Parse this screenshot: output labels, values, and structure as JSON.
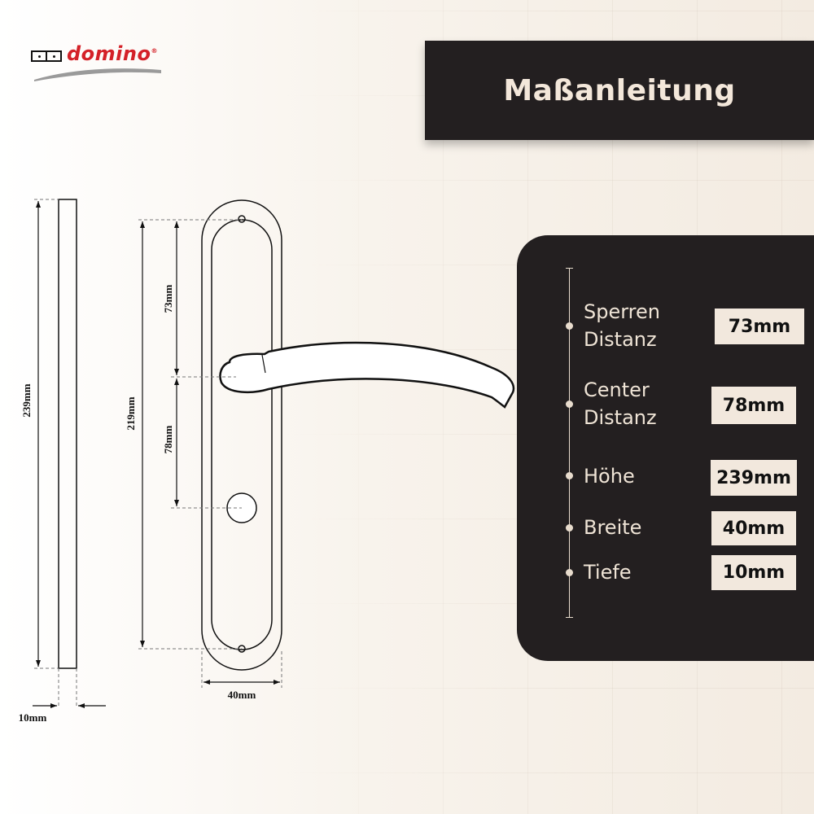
{
  "brand": {
    "name": "domino",
    "registered": "®",
    "color": "#d42128"
  },
  "title": "Maßanleitung",
  "drawing": {
    "dims": {
      "height_total": "239mm",
      "height_outer": "219mm",
      "lock_distance": "73mm",
      "center_distance": "78mm",
      "width": "40mm",
      "depth": "10mm"
    }
  },
  "specs": [
    {
      "label_line1": "Sperren",
      "label_line2": "Distanz",
      "value": "73mm"
    },
    {
      "label_line1": "Center",
      "label_line2": "Distanz",
      "value": "78mm"
    },
    {
      "label_line1": "Höhe",
      "label_line2": "",
      "value": "239mm"
    },
    {
      "label_line1": "Breite",
      "label_line2": "",
      "value": "40mm"
    },
    {
      "label_line1": "Tiefe",
      "label_line2": "",
      "value": "10mm"
    }
  ],
  "colors": {
    "panel": "#231f20",
    "cream": "#f2e8dd"
  }
}
